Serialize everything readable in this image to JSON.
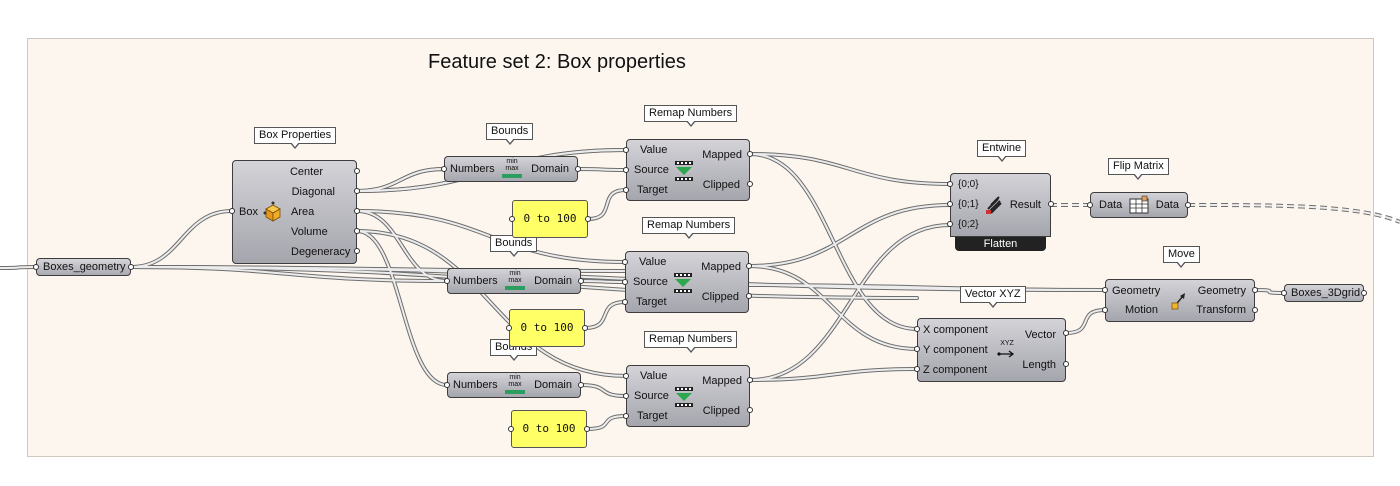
{
  "group": {
    "title": "Feature set 2: Box properties"
  },
  "components": {
    "box_properties": {
      "tag": "Box Properties",
      "input": "Box",
      "outputs": [
        "Center",
        "Diagonal",
        "Area",
        "Volume",
        "Degeneracy"
      ]
    },
    "bounds_1": {
      "tag": "Bounds",
      "input": "Numbers",
      "output": "Domain",
      "icon_top": "min",
      "icon_bottom": "max"
    },
    "bounds_2": {
      "tag": "Bounds",
      "input": "Numbers",
      "output": "Domain",
      "icon_top": "min",
      "icon_bottom": "max"
    },
    "bounds_3": {
      "tag": "Bounds",
      "input": "Numbers",
      "output": "Domain",
      "icon_top": "min",
      "icon_bottom": "max"
    },
    "remap_1": {
      "tag": "Remap Numbers",
      "inputs": [
        "Value",
        "Source",
        "Target"
      ],
      "outputs": [
        "Mapped",
        "Clipped"
      ]
    },
    "remap_2": {
      "tag": "Remap Numbers",
      "inputs": [
        "Value",
        "Source",
        "Target"
      ],
      "outputs": [
        "Mapped",
        "Clipped"
      ]
    },
    "remap_3": {
      "tag": "Remap Numbers",
      "inputs": [
        "Value",
        "Source",
        "Target"
      ],
      "outputs": [
        "Mapped",
        "Clipped"
      ]
    },
    "entwine": {
      "tag": "Entwine",
      "inputs": [
        "{0;0}",
        "{0;1}",
        "{0;2}"
      ],
      "output": "Result",
      "footer": "Flatten"
    },
    "flip_matrix": {
      "tag": "Flip Matrix",
      "input": "Data",
      "output": "Data"
    },
    "vector_xyz": {
      "tag": "Vector XYZ",
      "inputs": [
        "X component",
        "Y component",
        "Z component"
      ],
      "outputs": [
        "Vector",
        "Length"
      ],
      "icon_label": "XYZ"
    },
    "move": {
      "tag": "Move",
      "inputs": [
        "Geometry",
        "Motion"
      ],
      "outputs": [
        "Geometry",
        "Transform"
      ]
    }
  },
  "params": {
    "boxes_geometry": "Boxes_geometry",
    "boxes_3dgrid": "Boxes_3Dgrid"
  },
  "sliders": [
    {
      "label": "0 to 100"
    },
    {
      "label": "0 to 100"
    },
    {
      "label": "0 to 100"
    }
  ],
  "colors": {
    "canvas": "#ffffff",
    "group_fill": "#fdf6ef",
    "component_fill": "#b9b9bf",
    "slider_fill": "#ffff66",
    "wire": "#7a7a7a"
  }
}
